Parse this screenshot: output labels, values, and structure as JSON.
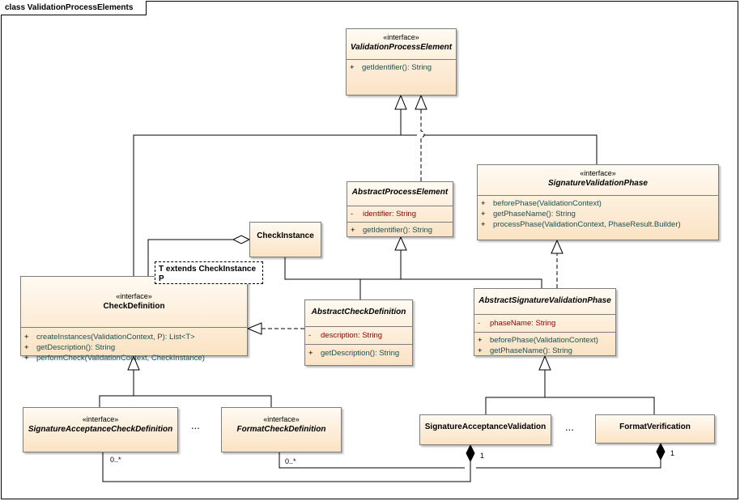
{
  "frame": {
    "title": "class ValidationProcessElements"
  },
  "classes": {
    "validation_process_element": {
      "stereotype": "«interface»",
      "name": "ValidationProcessElement",
      "operations": [
        {
          "vis": "+",
          "text": "getIdentifier(): String"
        }
      ]
    },
    "signature_validation_phase": {
      "stereotype": "«interface»",
      "name": "SignatureValidationPhase",
      "operations": [
        {
          "vis": "+",
          "text": "beforePhase(ValidationContext)"
        },
        {
          "vis": "+",
          "text": "getPhaseName(): String"
        },
        {
          "vis": "+",
          "text": "processPhase(ValidationContext, PhaseResult.Builder)"
        }
      ]
    },
    "abstract_process_element": {
      "name": "AbstractProcessElement",
      "attributes": [
        {
          "vis": "-",
          "text": "identifier: String"
        }
      ],
      "operations": [
        {
          "vis": "+",
          "text": "getIdentifier(): String"
        }
      ]
    },
    "check_instance": {
      "name": "CheckInstance"
    },
    "check_definition": {
      "stereotype": "«interface»",
      "name": "CheckDefinition",
      "template_params": [
        "T extends CheckInstance",
        "P"
      ],
      "operations": [
        {
          "vis": "+",
          "text": "createInstances(ValidationContext, P): List<T>"
        },
        {
          "vis": "+",
          "text": "getDescription(): String"
        },
        {
          "vis": "+",
          "text": "performCheck(ValidationContext, CheckInstance)"
        }
      ]
    },
    "abstract_check_definition": {
      "name": "AbstractCheckDefinition",
      "attributes": [
        {
          "vis": "-",
          "text": "description: String"
        }
      ],
      "operations": [
        {
          "vis": "+",
          "text": "getDescription(): String"
        }
      ]
    },
    "abstract_signature_validation_phase": {
      "name": "AbstractSignatureValidationPhase",
      "attributes": [
        {
          "vis": "-",
          "text": "phaseName: String"
        }
      ],
      "operations": [
        {
          "vis": "+",
          "text": "beforePhase(ValidationContext)"
        },
        {
          "vis": "+",
          "text": "getPhaseName(): String"
        }
      ]
    },
    "signature_acceptance_check_definition": {
      "stereotype": "«interface»",
      "name": "SignatureAcceptanceCheckDefinition"
    },
    "format_check_definition": {
      "stereotype": "«interface»",
      "name": "FormatCheckDefinition"
    },
    "signature_acceptance_validation": {
      "name": "SignatureAcceptanceValidation"
    },
    "format_verification": {
      "name": "FormatVerification"
    }
  },
  "ellipses": [
    "...",
    "..."
  ],
  "multiplicities": {
    "sacd": "0..*",
    "fcd": "0..*",
    "sav": "1",
    "fv": "1"
  }
}
